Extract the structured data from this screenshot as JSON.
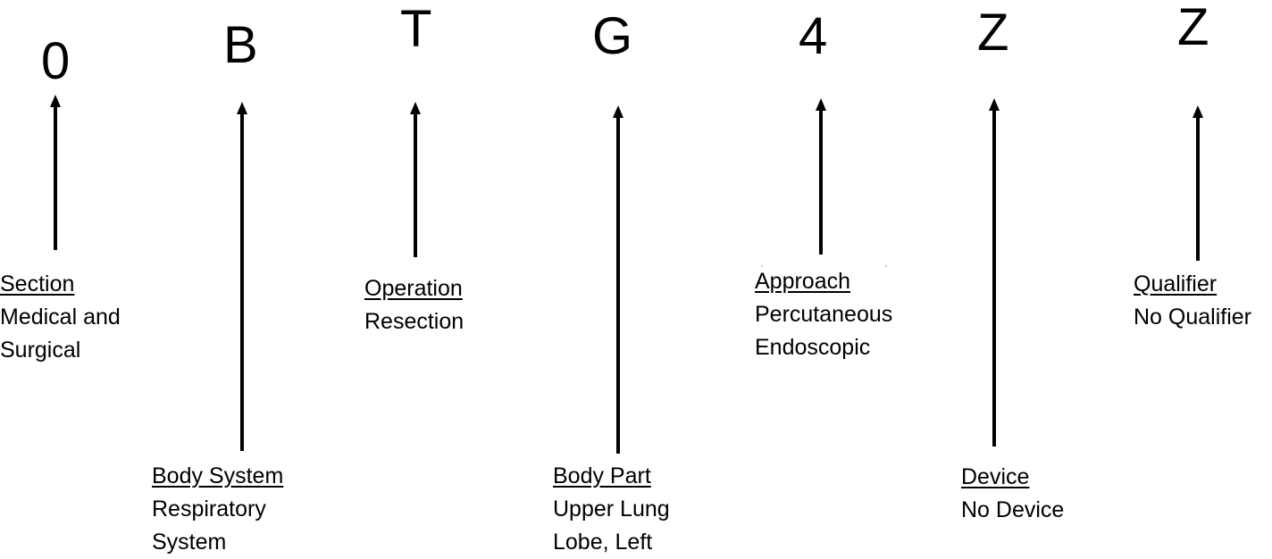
{
  "code": [
    {
      "char": "0",
      "heading": "Section",
      "lines": [
        "Medical and",
        "Surgical"
      ]
    },
    {
      "char": "B",
      "heading": "Body System",
      "lines": [
        "Respiratory",
        "System"
      ]
    },
    {
      "char": "T",
      "heading": "Operation",
      "lines": [
        "Resection"
      ]
    },
    {
      "char": "G",
      "heading": "Body Part",
      "lines": [
        "Upper Lung",
        "Lobe, Left"
      ]
    },
    {
      "char": "4",
      "heading": "Approach",
      "lines": [
        "Percutaneous",
        "Endoscopic"
      ]
    },
    {
      "char": "Z",
      "heading": "Device",
      "lines": [
        "No Device"
      ]
    },
    {
      "char": "Z",
      "heading": "Qualifier",
      "lines": [
        "No Qualifier"
      ]
    }
  ]
}
